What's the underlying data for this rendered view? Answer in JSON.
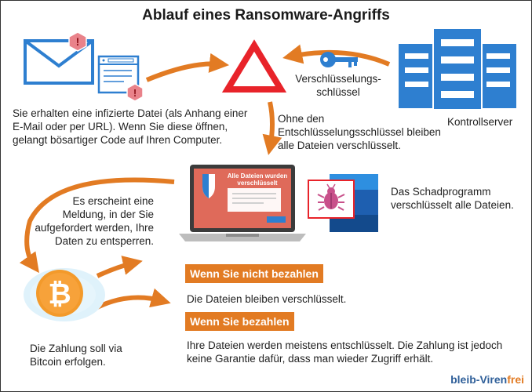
{
  "title": "Ablauf eines Ransomware-Angriffs",
  "steps": {
    "infection": "Sie erhalten eine infizierte Datei (als Anhang einer E-Mail oder per URL). Wenn Sie diese öffnen, gelangt bösartiger Code auf Ihren Computer.",
    "key_label": "Verschlüsselungs-schlüssel",
    "server_label": "Kontrollserver",
    "no_key": "Ohne den Entschlüsselungsschlüssel bleiben alle Dateien verschlüsselt.",
    "encrypts": "Das Schadprogramm verschlüsselt alle Dateien.",
    "message": "Es erscheint eine Meldung, in der Sie aufgefordert werden, Ihre Daten zu entsperren.",
    "bitcoin": "Die Zahlung soll via Bitcoin erfolgen."
  },
  "laptop": {
    "popup_title": "Alle Dateien wurden verschlüsselt"
  },
  "outcomes": {
    "not_pay_title": "Wenn Sie nicht bezahlen",
    "not_pay_text": "Die Dateien bleiben verschlüsselt.",
    "pay_title": "Wenn Sie bezahlen",
    "pay_text": "Ihre Dateien werden meistens entschlüsselt. Die Zahlung ist jedoch keine Garantie dafür, dass man wieder Zugriff erhält."
  },
  "brand": {
    "part1": "bleib-Viren",
    "part2": "frei"
  },
  "colors": {
    "orange": "#e27b23",
    "blue": "#2e7fd0",
    "red": "#e8232a",
    "screen_red": "#df6a5a"
  }
}
